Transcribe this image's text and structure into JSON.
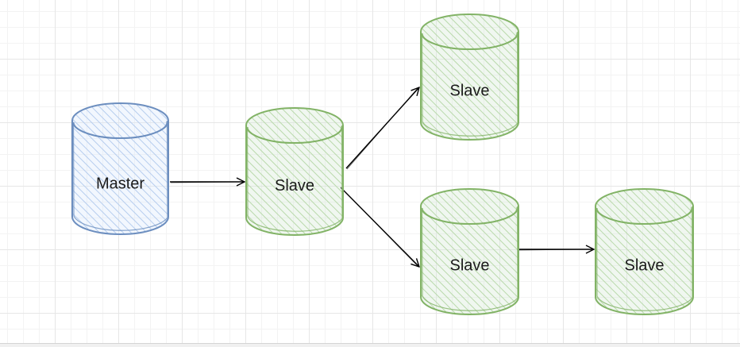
{
  "nodes": [
    {
      "id": "master",
      "label": "Master",
      "role": "master"
    },
    {
      "id": "slave1",
      "label": "Slave",
      "role": "slave"
    },
    {
      "id": "slave2",
      "label": "Slave",
      "role": "slave"
    },
    {
      "id": "slave3",
      "label": "Slave",
      "role": "slave"
    },
    {
      "id": "slave4",
      "label": "Slave",
      "role": "slave"
    }
  ],
  "edges": [
    {
      "from": "master",
      "to": "slave1"
    },
    {
      "from": "slave1",
      "to": "slave2"
    },
    {
      "from": "slave1",
      "to": "slave3"
    },
    {
      "from": "slave3",
      "to": "slave4"
    }
  ],
  "colors": {
    "master_stroke": "#6c8ebf",
    "master_fill": "#dae8fc",
    "slave_stroke": "#82b366",
    "slave_fill": "#d5e8d4",
    "edge": "#000000"
  }
}
